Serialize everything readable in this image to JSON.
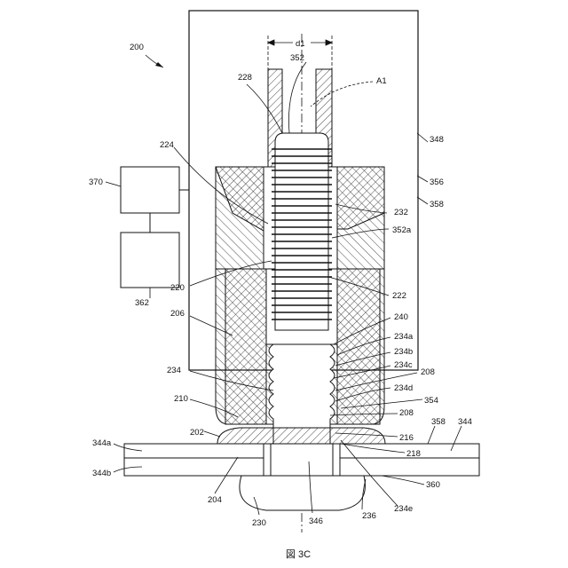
{
  "figure": {
    "caption": "図 3C",
    "width_label": "d1",
    "labels": {
      "ref_200": "200",
      "ref_352": "352",
      "ref_228": "228",
      "ref_A1": "A1",
      "ref_348": "348",
      "ref_224": "224",
      "ref_356": "356",
      "ref_358_top": "358",
      "ref_370": "370",
      "ref_232": "232",
      "ref_352a": "352a",
      "ref_362": "362",
      "ref_220": "220",
      "ref_222": "222",
      "ref_206": "206",
      "ref_240": "240",
      "ref_234a": "234a",
      "ref_234b": "234b",
      "ref_234c": "234c",
      "ref_234": "234",
      "ref_208_a": "208",
      "ref_234d": "234d",
      "ref_210": "210",
      "ref_354": "354",
      "ref_208_b": "208",
      "ref_202": "202",
      "ref_216": "216",
      "ref_358_bottom": "358",
      "ref_344": "344",
      "ref_344a": "344a",
      "ref_218": "218",
      "ref_344b": "344b",
      "ref_360": "360",
      "ref_204": "204",
      "ref_234e": "234e",
      "ref_346": "346",
      "ref_236": "236",
      "ref_230": "230"
    }
  }
}
